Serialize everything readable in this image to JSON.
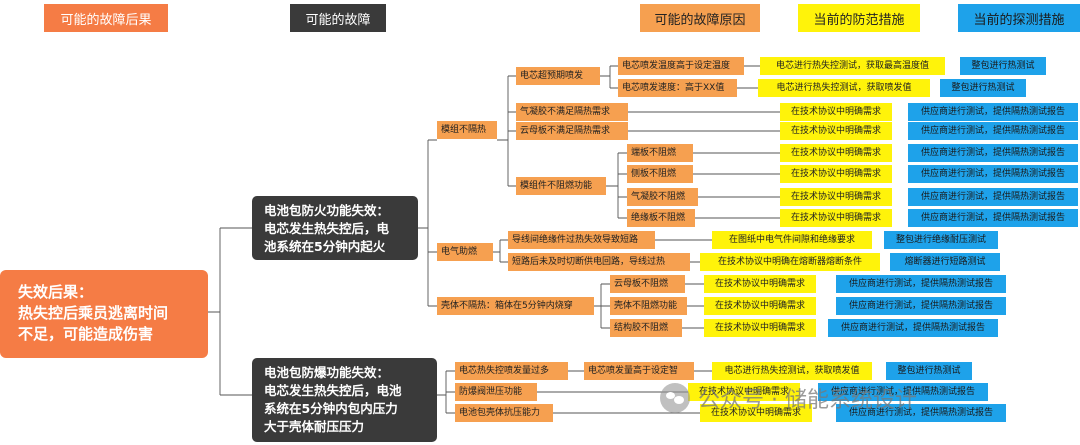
{
  "headers": {
    "consequence": "可能的故障后果",
    "failure": "可能的故障",
    "cause": "可能的故障原因",
    "prevention": "当前的防范措施",
    "detection": "当前的探测措施"
  },
  "root": [
    "失效后果：",
    "热失控后乘员逃离时间",
    "不足，可能造成伤害"
  ],
  "fire_branch": [
    "电池包防火功能失效：",
    "电芯发生热失控后，电",
    "池系统在5分钟内起火"
  ],
  "explosion_branch": [
    "电池包防爆功能失效：",
    "电芯发生热失控后，电池",
    "系统在5分钟内包内压力",
    "大于壳体耐压压力"
  ],
  "mid": {
    "module_no_insulation": "模组不隔热",
    "electrical_ignition": "电气助燃",
    "housing_no_insulation": "壳体不隔热：箱体在5分钟内烧穿"
  },
  "causes": {
    "cell_early_spray": "电芯超预期喷发",
    "cell_spray_temp": "电芯喷发温度高于设定温度",
    "cell_spray_speed": "电芯喷发速度：高于XX值",
    "aerogel_insulation": "气凝胶不满足隔热需求",
    "mica_insulation": "云母板不满足隔热需求",
    "module_parts_flame": "模组件不阻燃功能",
    "end_plate": "端板不阻燃",
    "side_plate": "侧板不阻燃",
    "aerogel_flame": "气凝胶不阻燃",
    "insulation_plate": "绝缘板不阻燃",
    "wire_short": "导线间绝缘件过热失效导致短路",
    "short_not_cut": "短路后未及时切断供电回路，导线过热",
    "mica_flame": "云母板不阻燃",
    "housing_flame": "壳体不阻燃功能",
    "structural_glue": "结构胶不阻燃",
    "cell_heat_release": "电芯热失控喷发量过多",
    "cell_spray_volume": "电芯喷发量高于设定智",
    "explosion_valve": "防爆阀泄压功能",
    "housing_pressure": "电池包壳体抗压能力"
  },
  "prevention": {
    "temp_test": "电芯进行热失控测试，获取最高温度值",
    "spray_speed_test": "电芯进行热失控测试，获取喷发值",
    "tech_agreement": "在技术协议中明确需求",
    "drawing_req": "在图纸中电气件间隙和绝缘要求",
    "fuse_req": "在技术协议中明确在熔断器熔断条件",
    "spray_volume_test": "电芯进行热失控测试，获取喷发值"
  },
  "detection": {
    "pack_thermal": "整包进行热测试",
    "supplier_report": "供应商进行测试，提供隔热测试报告",
    "pack_insulation": "整包进行绝缘耐压测试",
    "fuse_test": "熔断器进行短路测试"
  },
  "watermark": "公众号 · 储能系统设计",
  "colors": {
    "orange": "#F6A050",
    "yellow": "#FFF30A",
    "blue": "#1EA2EA",
    "dark": "#3A3A3A",
    "red_orange": "#F57C45"
  }
}
